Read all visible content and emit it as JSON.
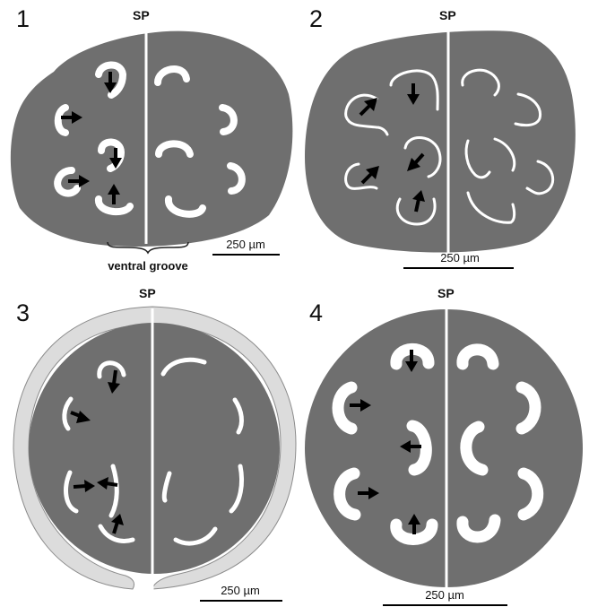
{
  "panels": [
    {
      "number": "1",
      "top_label": "SP",
      "scale_label": "250 µm",
      "groove_label": "ventral groove"
    },
    {
      "number": "2",
      "top_label": "SP",
      "scale_label": "250 µm"
    },
    {
      "number": "3",
      "top_label": "SP",
      "scale_label": "250 µm"
    },
    {
      "number": "4",
      "top_label": "SP",
      "scale_label": "250 µm"
    }
  ],
  "colors": {
    "tissue": "#6f6f6f",
    "sheath": "#dcdcdc",
    "bundle": "#ffffff",
    "arrow": "#000000"
  }
}
